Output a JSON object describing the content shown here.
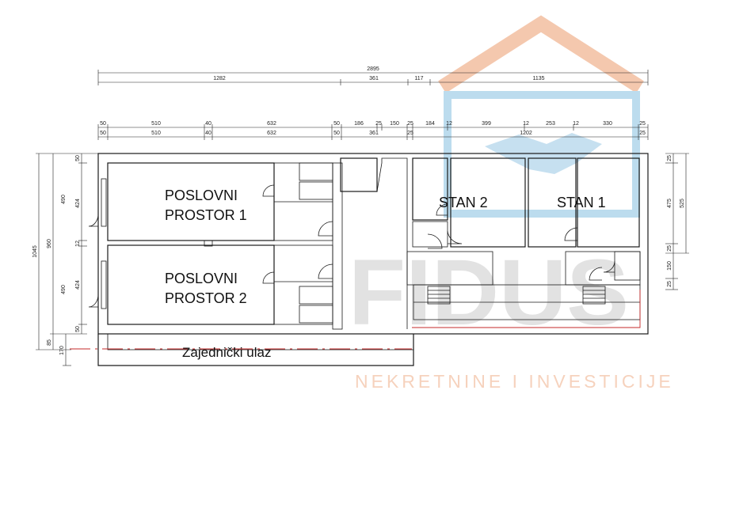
{
  "rooms": {
    "poslovni_1_line1": "POSLOVNI",
    "poslovni_1_line2": "PROSTOR 1",
    "poslovni_2_line1": "POSLOVNI",
    "poslovni_2_line2": "PROSTOR 2",
    "stan_2": "STAN 2",
    "stan_1": "STAN 1",
    "entrance": "Zajednički ulaz"
  },
  "dimensions": {
    "top_total": "2895",
    "top_row2": [
      "1282",
      "361",
      "117",
      "1135"
    ],
    "top_row3": [
      "50",
      "510",
      "40",
      "632",
      "50",
      "186",
      "25",
      "150",
      "25",
      "184",
      "12",
      "399",
      "12",
      "253",
      "12",
      "330",
      "25"
    ],
    "top_row4": [
      "50",
      "510",
      "40",
      "632",
      "50",
      "361",
      "25",
      "1202",
      "25"
    ],
    "left_total": "1045",
    "left_mid": [
      "960",
      "85",
      "170"
    ],
    "left_inner": [
      "50",
      "490",
      "12",
      "490",
      "50"
    ],
    "left_inner2": [
      "424",
      "424"
    ],
    "right_outer": [
      "525"
    ],
    "right_inner": [
      "25",
      "475",
      "25",
      "150",
      "25"
    ]
  },
  "watermark": {
    "brand": "FIDUS",
    "tagline": "NEKRETNINE I INVESTICIJE",
    "accent_color": "#f2b89a",
    "logo_blue": "#a9cfe6"
  }
}
